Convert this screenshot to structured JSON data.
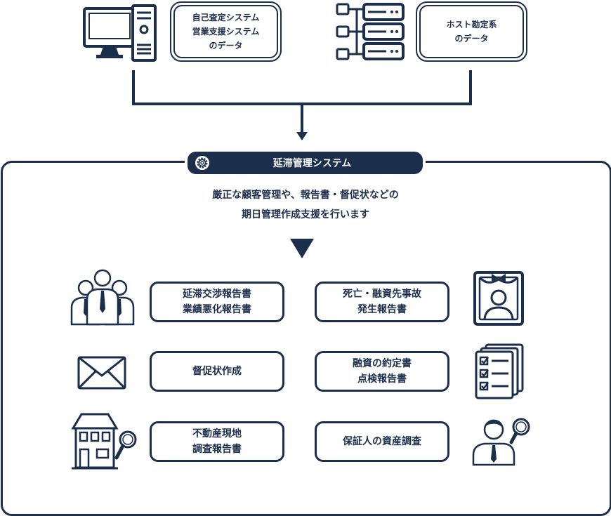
{
  "sources": {
    "left_label": "自己査定システム\n営業支援システム\nのデータ",
    "right_label": "ホスト勘定系\nのデータ"
  },
  "system": {
    "title": "延滞管理システム",
    "description": "厳正な顧客管理や、報告書・督促状などの\n期日管理作成支援を行います"
  },
  "items": {
    "left": [
      "延滞交渉報告書\n業績悪化報告書",
      "督促状作成",
      "不動産現地\n調査報告書"
    ],
    "right": [
      "死亡・融資先事故\n発生報告書",
      "融資の約定書\n点検報告書",
      "保証人の資産調査"
    ]
  },
  "colors": {
    "navy": "#1b2e4b",
    "white": "#ffffff"
  },
  "icons": [
    "desktop-computer-icon",
    "server-files-icon",
    "gear-icon",
    "business-team-icon",
    "envelope-icon",
    "house-search-icon",
    "memorial-portrait-icon",
    "checklist-documents-icon",
    "person-search-icon"
  ]
}
